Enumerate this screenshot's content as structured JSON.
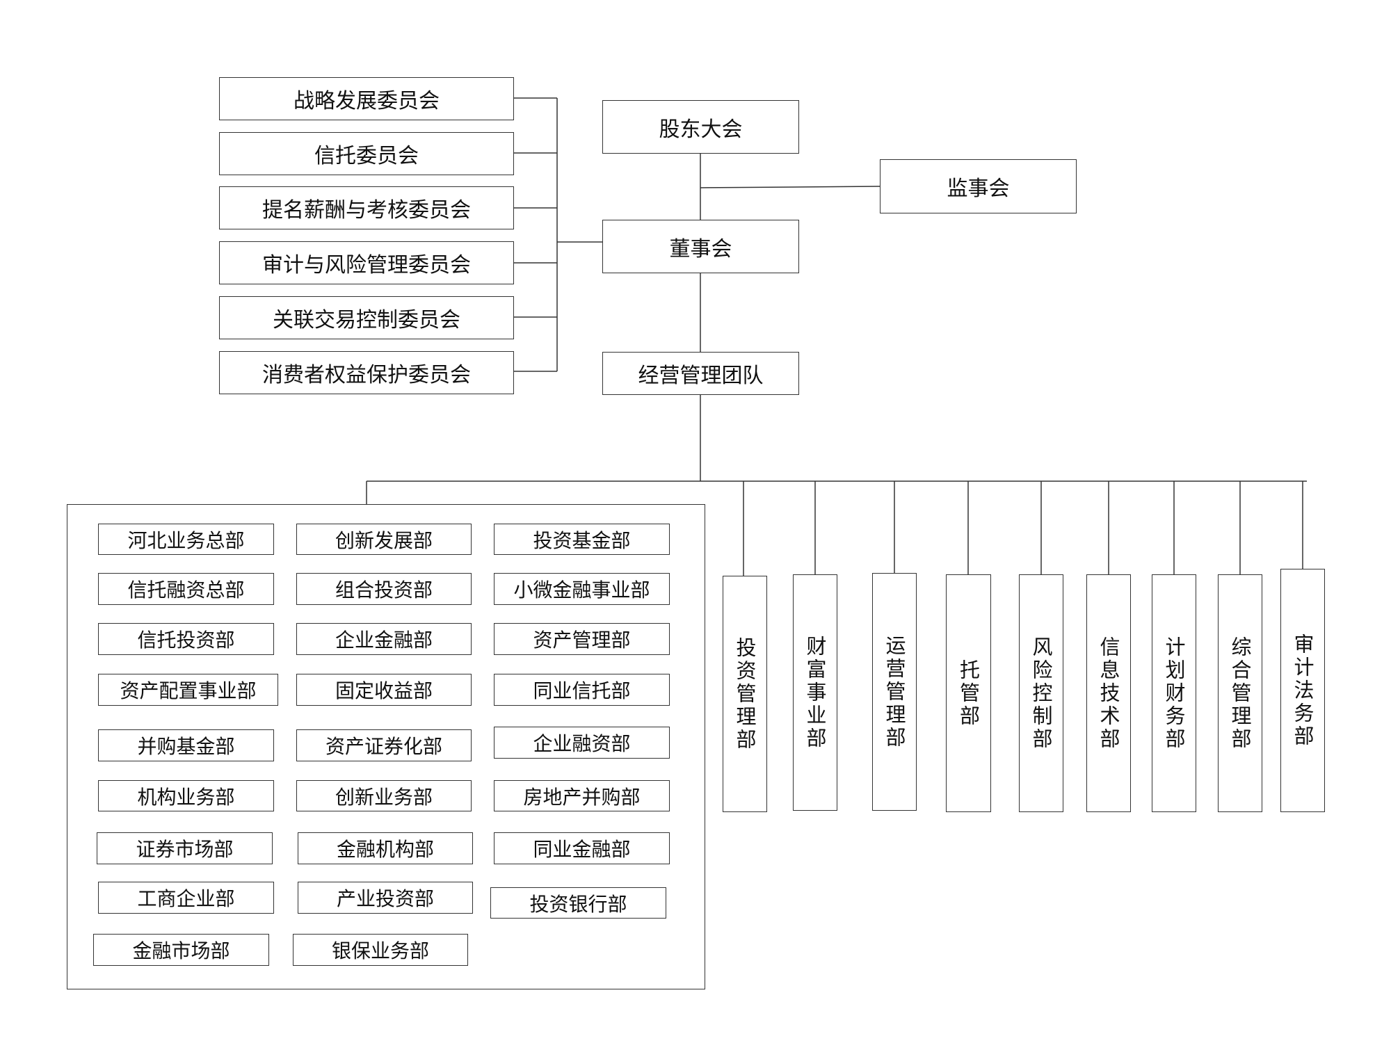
{
  "top": {
    "shareholders": "股东大会",
    "supervisors": "监事会",
    "board": "董事会",
    "management": "经营管理团队"
  },
  "committees": [
    "战略发展委员会",
    "信托委员会",
    "提名薪酬与考核委员会",
    "审计与风险管理委员会",
    "关联交易控制委员会",
    "消费者权益保护委员会"
  ],
  "business_depts": [
    "河北业务总部",
    "创新发展部",
    "投资基金部",
    "信托融资总部",
    "组合投资部",
    "小微金融事业部",
    "信托投资部",
    "企业金融部",
    "资产管理部",
    "资产配置事业部",
    "固定收益部",
    "同业信托部",
    "并购基金部",
    "资产证券化部",
    "企业融资部",
    "机构业务部",
    "创新业务部",
    "房地产并购部",
    "证券市场部",
    "金融机构部",
    "同业金融部",
    "工商企业部",
    "产业投资部",
    "投资银行部",
    "金融市场部",
    "银保业务部"
  ],
  "functional_depts": [
    "投资管理部",
    "财富事业部",
    "运营管理部",
    "托管部",
    "风险控制部",
    "信息技术部",
    "计划财务部",
    "综合管理部",
    "审计法务部"
  ]
}
